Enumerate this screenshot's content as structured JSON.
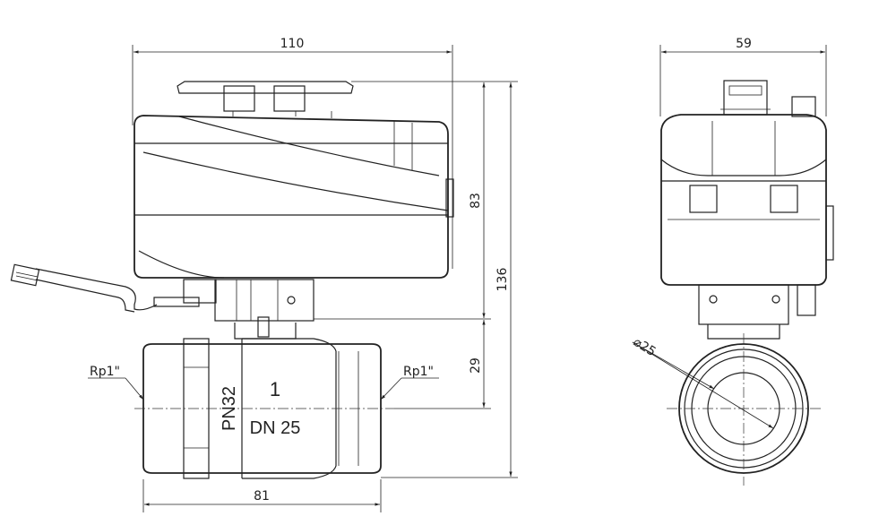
{
  "dimensions": {
    "overall_width": "110",
    "side_width": "59",
    "actuator_height": "83",
    "total_height": "136",
    "axis_height": "29",
    "body_length": "81",
    "bore_diameter": "⌀25",
    "thread_left": "Rp1\"",
    "thread_right": "Rp1\""
  },
  "valve_marking": {
    "pressure": "PN32",
    "number": "1",
    "nominal": "DN  25"
  }
}
